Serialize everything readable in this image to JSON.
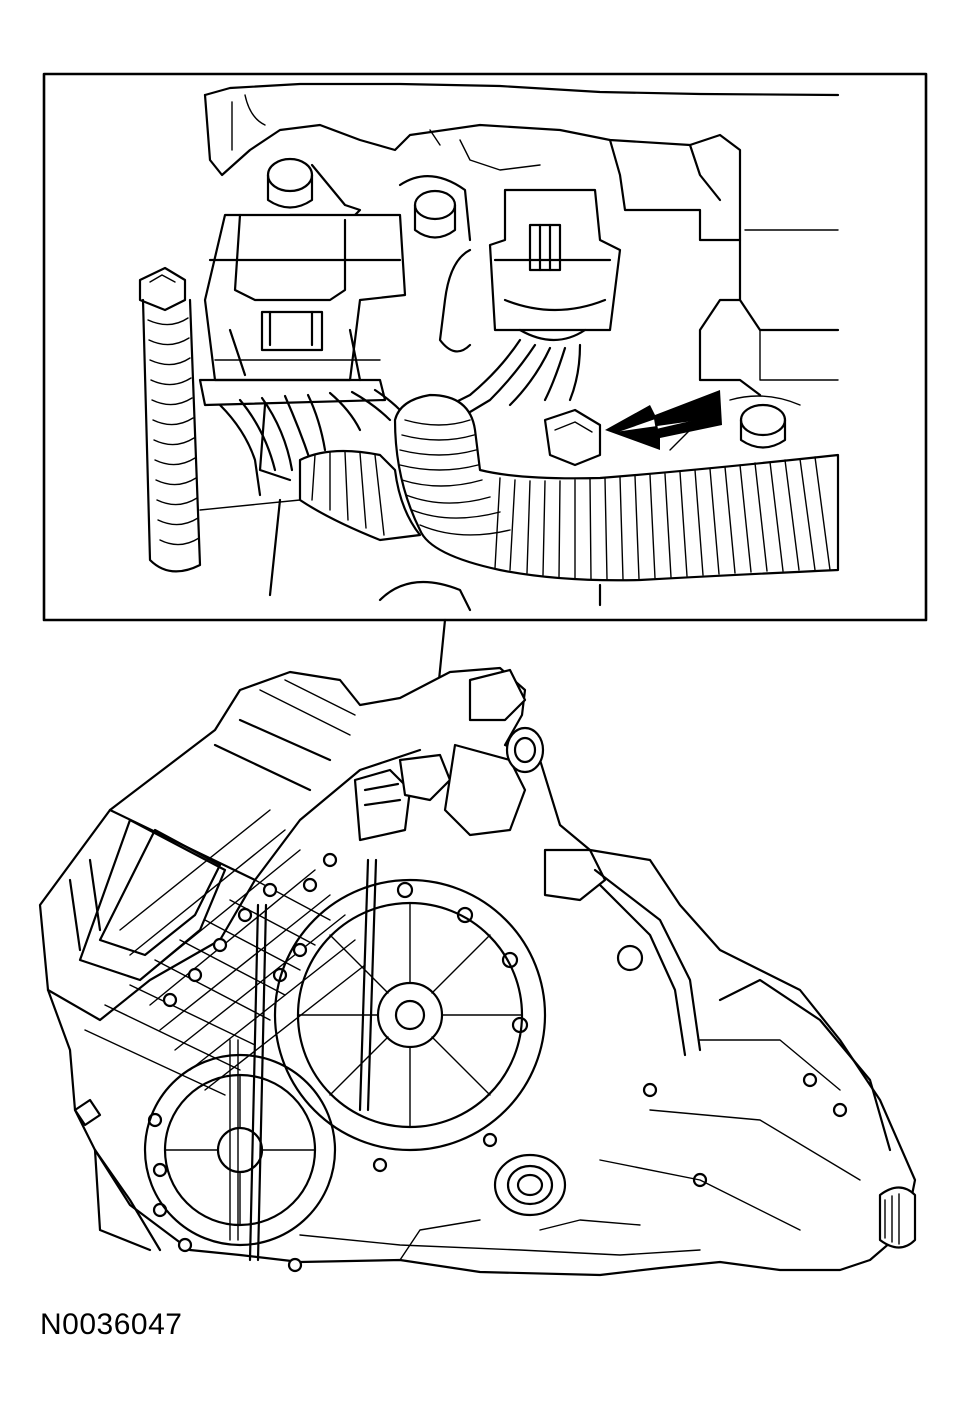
{
  "figure": {
    "id_label": "N0036047",
    "callout_arrow_color": "#000000",
    "line_color": "#000000",
    "background": "#ffffff"
  },
  "components": {
    "detail_view": "connector-detail",
    "callout_arrow": "arrow-icon",
    "transmission": "transmission-assembly"
  }
}
